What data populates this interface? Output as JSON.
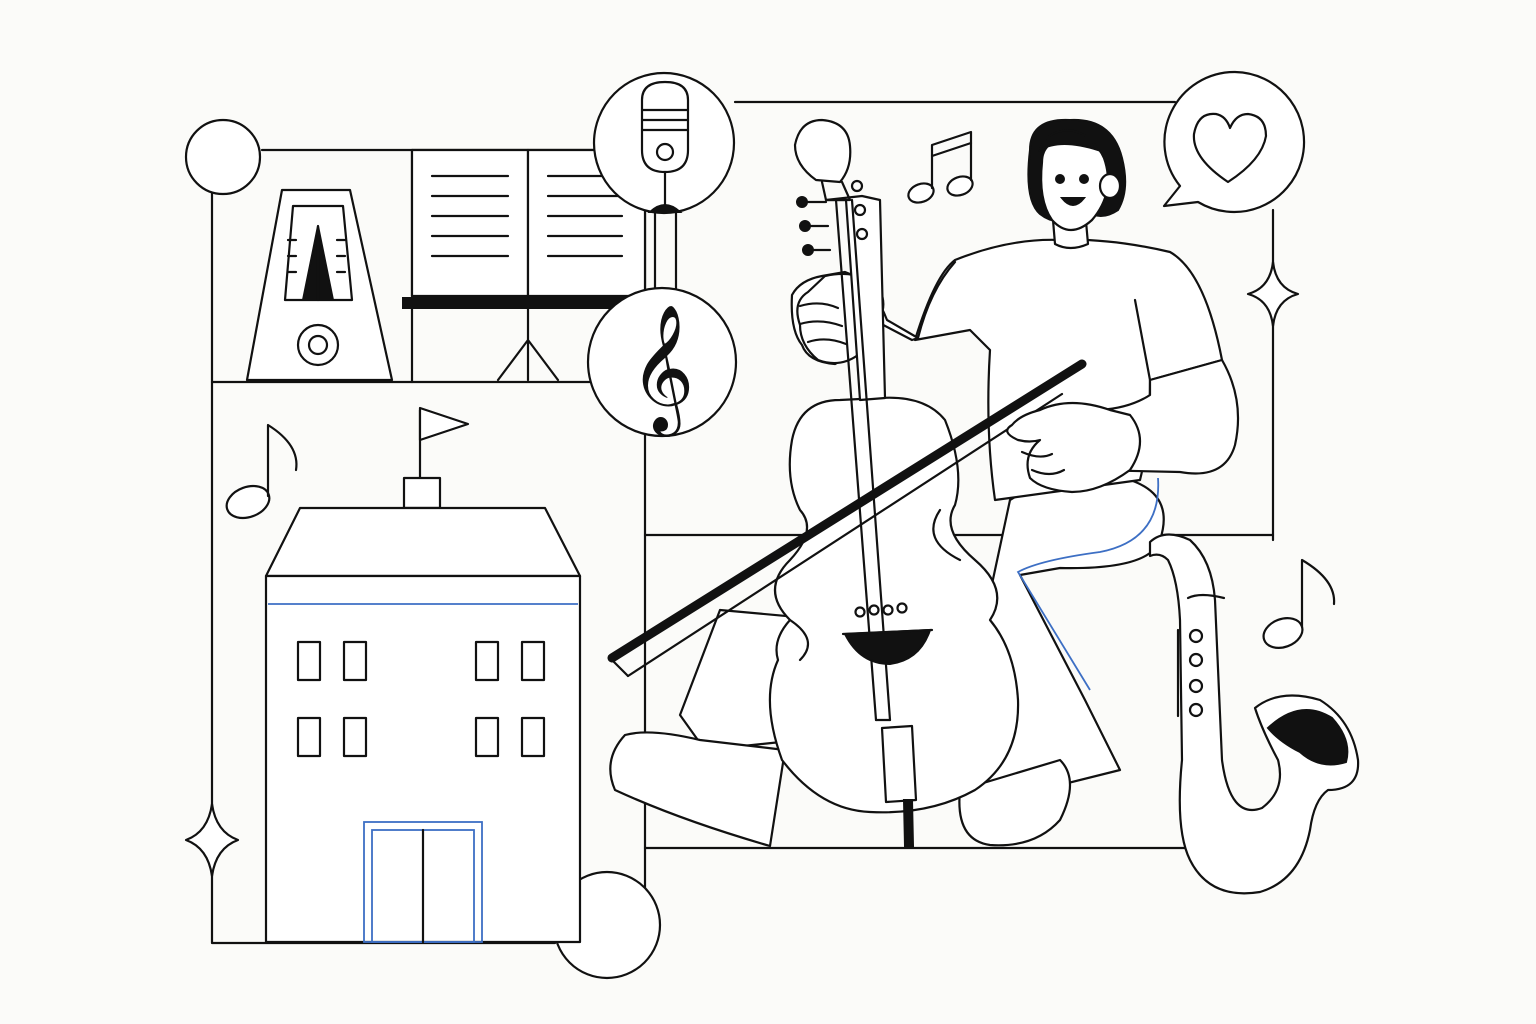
{
  "scene": {
    "background": "#fbfbf9",
    "line_color": "#111111",
    "accent_color": "#3d6fc4",
    "subjects": [
      "cellist-character",
      "cello",
      "bow",
      "school-building",
      "metronome",
      "music-stand",
      "microphone-icon",
      "treble-clef-icon",
      "heart-speech-bubble-icon",
      "saxophone",
      "music-notes",
      "sparkles"
    ]
  }
}
